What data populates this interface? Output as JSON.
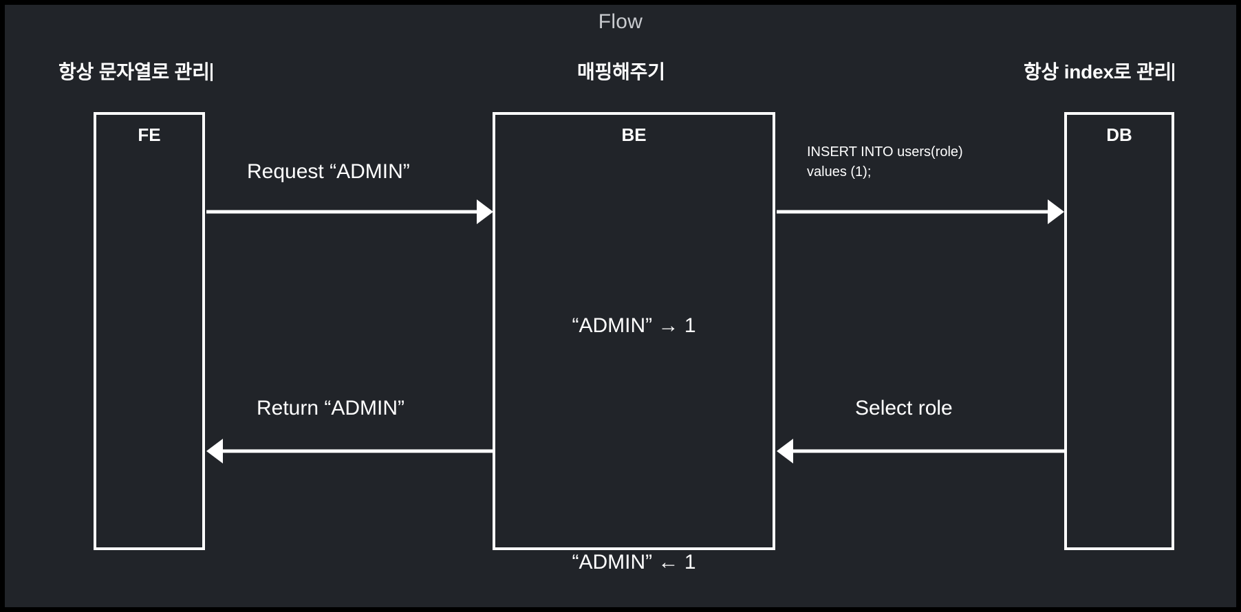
{
  "diagram": {
    "title": "Flow",
    "background_color": "#212429",
    "frame_color": "#000000",
    "stroke_color": "#ffffff",
    "title_color": "#c9cbcf"
  },
  "captions": {
    "fe": "항상 문자열로 관리",
    "be": "매핑해주기",
    "db": "항상 index로 관리"
  },
  "lanes": [
    {
      "id": "fe",
      "title": "FE"
    },
    {
      "id": "be",
      "title": "BE"
    },
    {
      "id": "db",
      "title": "DB"
    }
  ],
  "be_notes": {
    "map": "“ADMIN” → 1",
    "unmap": "“ADMIN” ← 1"
  },
  "messages": [
    {
      "id": "request",
      "label": "Request “ADMIN”",
      "from": "FE",
      "to": "BE",
      "direction": "right"
    },
    {
      "id": "insert",
      "label_line1": "INSERT INTO users(role)",
      "label_line2": "values (1);",
      "from": "BE",
      "to": "DB",
      "direction": "right"
    },
    {
      "id": "select",
      "label": "Select role",
      "from": "DB",
      "to": "BE",
      "direction": "left"
    },
    {
      "id": "return",
      "label": "Return “ADMIN”",
      "from": "BE",
      "to": "FE",
      "direction": "left"
    }
  ]
}
